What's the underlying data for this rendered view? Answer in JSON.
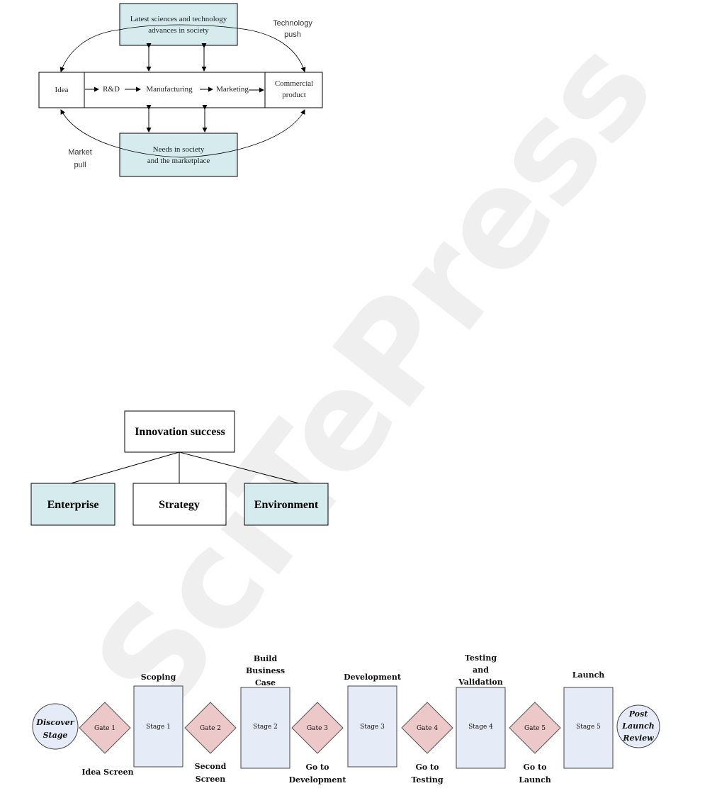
{
  "watermark": "SciTePress",
  "colors": {
    "cyan_box": "#d5ebee",
    "stage_fill": "#e6ecf7",
    "gate_fill": "#ecc8c8"
  },
  "figure1": {
    "top_box": [
      "Latest sciences and technology",
      "advances in society"
    ],
    "bottom_box": [
      "Needs in society",
      "and the marketplace"
    ],
    "idea": "Idea",
    "rnd": "R&D",
    "manufacturing": "Manufacturing",
    "marketing": "Marketing",
    "commercial_product": [
      "Commercial",
      "product"
    ],
    "technology_push": [
      "Technology",
      "push"
    ],
    "market_pull": [
      "Market",
      "pull"
    ]
  },
  "figure2": {
    "root": "Innovation success",
    "children": [
      "Enterprise",
      "Strategy",
      "Environment"
    ]
  },
  "figure3": {
    "discover": [
      "Discover",
      "Stage"
    ],
    "post_launch": [
      "Post",
      "Launch",
      "Review"
    ],
    "gates": [
      {
        "label": "Gate 1",
        "caption": [
          "Idea Screen"
        ]
      },
      {
        "label": "Gate 2",
        "caption": [
          "Second",
          "Screen"
        ]
      },
      {
        "label": "Gate 3",
        "caption": [
          "Go to",
          "Development"
        ]
      },
      {
        "label": "Gate 4",
        "caption": [
          "Go to",
          "Testing"
        ]
      },
      {
        "label": "Gate 5",
        "caption": [
          "Go to",
          "Launch"
        ]
      }
    ],
    "stages": [
      {
        "label": "Stage 1",
        "title": [
          "Scoping"
        ]
      },
      {
        "label": "Stage 2",
        "title": [
          "Build",
          "Business",
          "Case"
        ]
      },
      {
        "label": "Stage 3",
        "title": [
          "Development"
        ]
      },
      {
        "label": "Stage 4",
        "title": [
          "Testing",
          "and",
          "Validation"
        ]
      },
      {
        "label": "Stage 5",
        "title": [
          "Launch"
        ]
      }
    ]
  }
}
